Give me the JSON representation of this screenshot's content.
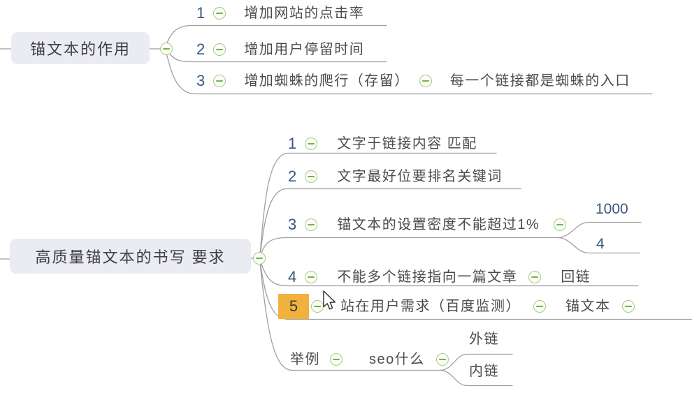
{
  "colors": {
    "background": "#ffffff",
    "connector": "#9f9fa0",
    "root_box_bg": "#ebebf2",
    "root_text": "#3e3e44",
    "topic_text": "#4b4b4f",
    "number_text": "#3a577c",
    "collapse_ring": "#a6cb7e",
    "collapse_minus": "#72b447",
    "selection_highlight": "#f2b13d"
  },
  "trees": [
    {
      "root": "锚文本的作用",
      "children": [
        {
          "num": "1",
          "label": "增加网站的点击率"
        },
        {
          "num": "2",
          "label": "增加用户停留时间"
        },
        {
          "num": "3",
          "label": "增加蜘蛛的爬行（存留）",
          "child": "每一个链接都是蜘蛛的入口"
        }
      ]
    },
    {
      "root": "高质量锚文本的书写 要求",
      "children": [
        {
          "num": "1",
          "label": "文字于链接内容 匹配"
        },
        {
          "num": "2",
          "label": "文字最好位要排名关键词"
        },
        {
          "num": "3",
          "label": "锚文本的设置密度不能超过1%",
          "subs": [
            "1000",
            "4"
          ]
        },
        {
          "num": "4",
          "label": "不能多个链接指向一篇文章",
          "child": "回链"
        },
        {
          "num": "5",
          "label": "站在用户需求（百度监测）",
          "child": "锚文本",
          "selected": true
        },
        {
          "num": "举例",
          "label": "seo什么",
          "subs": [
            "外链",
            "内链"
          ]
        }
      ]
    }
  ]
}
